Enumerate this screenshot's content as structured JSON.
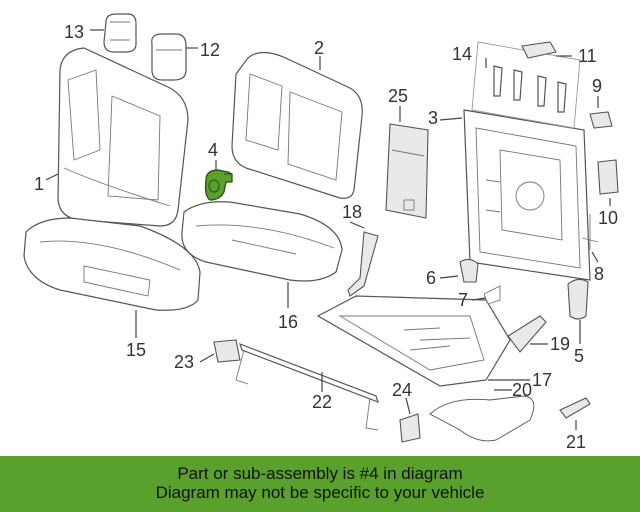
{
  "diagram": {
    "labels": {
      "p1": "1",
      "p2": "2",
      "p3": "3",
      "p4": "4",
      "p5": "5",
      "p6": "6",
      "p7": "7",
      "p8": "8",
      "p9": "9",
      "p10": "10",
      "p11": "11",
      "p12": "12",
      "p13": "13",
      "p14": "14",
      "p15": "15",
      "p16": "16",
      "p17": "17",
      "p18": "18",
      "p19": "19",
      "p20": "20",
      "p21": "21",
      "p22": "22",
      "p23": "23",
      "p24": "24",
      "p25": "25"
    },
    "highlight_color": "#5aa02c"
  },
  "banner": {
    "line1": "Part or sub-assembly is #4 in diagram",
    "line2": "Diagram may not be specific to your vehicle",
    "color": "#5aa02c"
  }
}
